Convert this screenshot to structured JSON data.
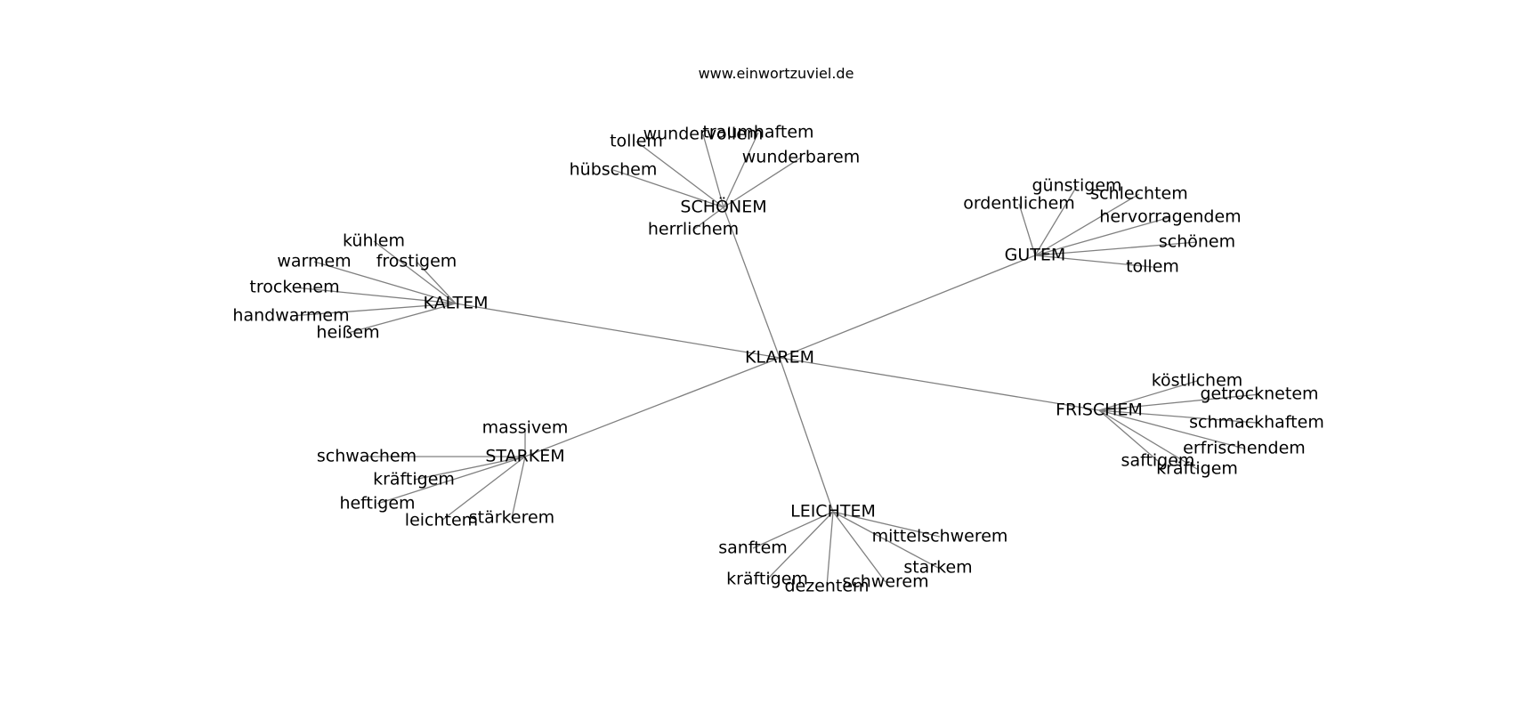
{
  "source": "www.einwortzuviel.de",
  "root": "KLAREM",
  "clusters": [
    {
      "label": "SCHÖNEM",
      "words": [
        "tollem",
        "wundervollem",
        "traumhaftem",
        "wunderbarem",
        "hübschem",
        "herrlichem"
      ]
    },
    {
      "label": "GUTEM",
      "words": [
        "günstigem",
        "ordentlichem",
        "schlechtem",
        "hervorragendem",
        "schönem",
        "tollem"
      ]
    },
    {
      "label": "KALTEM",
      "words": [
        "kühlem",
        "warmem",
        "frostigem",
        "trockenem",
        "handwarmem",
        "heißem"
      ]
    },
    {
      "label": "FRISCHEM",
      "words": [
        "köstlichem",
        "getrocknetem",
        "schmackhaftem",
        "erfrischendem",
        "saftigem",
        "kräftigem"
      ]
    },
    {
      "label": "STARKEM",
      "words": [
        "massivem",
        "schwachem",
        "kräftigem",
        "heftigem",
        "leichtem",
        "stärkerem"
      ]
    },
    {
      "label": "LEICHTEM",
      "words": [
        "sanftem",
        "mittelschwerem",
        "starkem",
        "kräftigem",
        "dezentem",
        "schwerem"
      ]
    }
  ]
}
